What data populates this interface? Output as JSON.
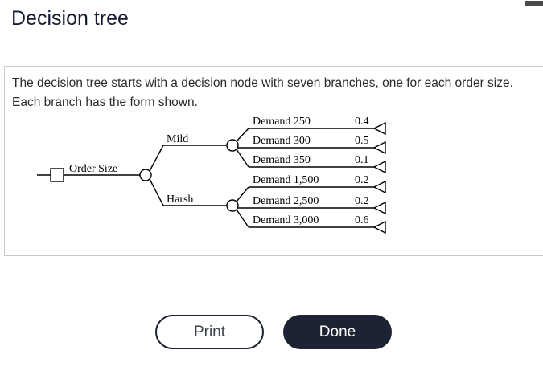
{
  "window": {
    "scroll_nub": "scroll-nub"
  },
  "header": {
    "title": "Decision tree"
  },
  "panel": {
    "prompt": "The decision tree starts with a decision node with seven branches, one for each order size. Each branch has the form shown."
  },
  "chart_data": {
    "type": "diagram",
    "title": "Decision tree",
    "root": {
      "node_type": "decision-node",
      "shape": "square",
      "label": "Order Size"
    },
    "chance_node": {
      "node_type": "chance-node",
      "shape": "circle"
    },
    "branches": [
      {
        "label": "Mild",
        "outcomes": [
          {
            "label": "Demand 250",
            "probability": "0.4"
          },
          {
            "label": "Demand 300",
            "probability": "0.5"
          },
          {
            "label": "Demand 350",
            "probability": "0.1"
          }
        ]
      },
      {
        "label": "Harsh",
        "outcomes": [
          {
            "label": "Demand 1,500",
            "probability": "0.2"
          },
          {
            "label": "Demand 2,500",
            "probability": "0.2"
          },
          {
            "label": "Demand 3,000",
            "probability": "0.6"
          }
        ]
      }
    ],
    "terminal_node_shape": "triangle"
  },
  "footer": {
    "print_label": "Print",
    "done_label": "Done"
  },
  "colors": {
    "title": "#141c33",
    "button_dark": "#1c2333",
    "panel_border": "#c9c9c9",
    "text": "#2b2b2b"
  }
}
